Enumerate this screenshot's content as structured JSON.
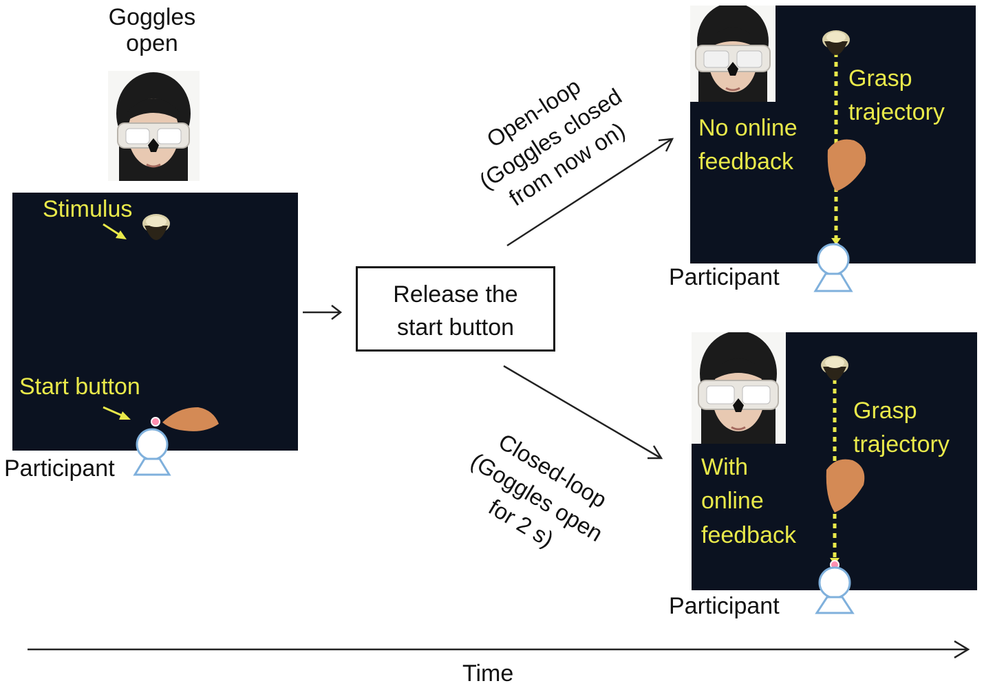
{
  "stage1": {
    "goggles_title_line1": "Goggles",
    "goggles_title_line2": "open",
    "stimulus_label": "Stimulus",
    "start_button_label": "Start button",
    "participant_label": "Participant"
  },
  "release_box": {
    "line1": "Release the",
    "line2": "start button"
  },
  "open_loop": {
    "arrow_line1": "Open-loop",
    "arrow_line2": "(Goggles closed",
    "arrow_line3": "from now on)",
    "feedback_line1": "No online",
    "feedback_line2": "feedback",
    "grasp_line1": "Grasp",
    "grasp_line2": "trajectory",
    "participant_label": "Participant"
  },
  "closed_loop": {
    "arrow_line1": "Closed-loop",
    "arrow_line2": "(Goggles open",
    "arrow_line3": "for 2 s)",
    "feedback_line1": "With",
    "feedback_line2": "online",
    "feedback_line3": "feedback",
    "grasp_line1": "Grasp",
    "grasp_line2": "trajectory",
    "participant_label": "Participant"
  },
  "timeline": {
    "label": "Time"
  },
  "colors": {
    "panel_bg": "#0b1220",
    "annotation_yellow": "#e9e94a",
    "participant_icon": "#7fb0dc"
  }
}
